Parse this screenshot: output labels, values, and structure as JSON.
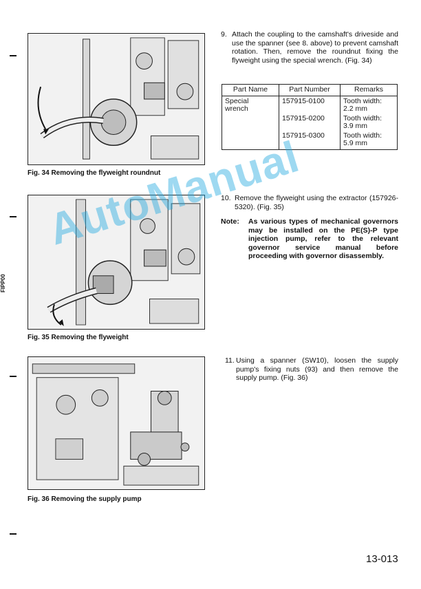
{
  "figures": [
    {
      "caption": "Fig. 34  Removing the flyweight roundnut"
    },
    {
      "caption": "Fig. 35  Removing the flyweight"
    },
    {
      "caption": "Fig. 36  Removing the supply pump"
    }
  ],
  "side_code": "FIPP00",
  "steps": [
    {
      "number": "9.",
      "text": "Attach the coupling to the camshaft's driveside and use the spanner (see 8. above) to prevent camshaft rotation. Then, remove the roundnut fixing the flyweight using the special wrench. (Fig. 34)"
    },
    {
      "number": "10.",
      "text": "Remove the flyweight using the extractor (157926-5320). (Fig. 35)"
    },
    {
      "number": "11.",
      "text": "Using a spanner (SW10), loosen the supply pump's fixing nuts (93) and then remove the supply pump. (Fig. 36)"
    }
  ],
  "parts_table": {
    "headers": [
      "Part Name",
      "Part Number",
      "Remarks"
    ],
    "part_name_line1": "Special",
    "part_name_line2": "wrench",
    "rows": [
      {
        "number": "157915-0100",
        "remark1": "Tooth width:",
        "remark2": "2.2 mm"
      },
      {
        "number": "157915-0200",
        "remark1": "Tooth width:",
        "remark2": "3.9 mm"
      },
      {
        "number": "157915-0300",
        "remark1": "Tooth width:",
        "remark2": "5.9 mm"
      }
    ]
  },
  "note": {
    "label": "Note:",
    "text": "As various types of mechanical governors may be installed on the PE(S)-P type injection pump, refer to the relevant governor service manual before proceeding with governor disassembly."
  },
  "page_number": "13-013",
  "watermark": "AutoManual",
  "colors": {
    "watermark": "#28aae1",
    "ink": "#1a1a1a"
  }
}
